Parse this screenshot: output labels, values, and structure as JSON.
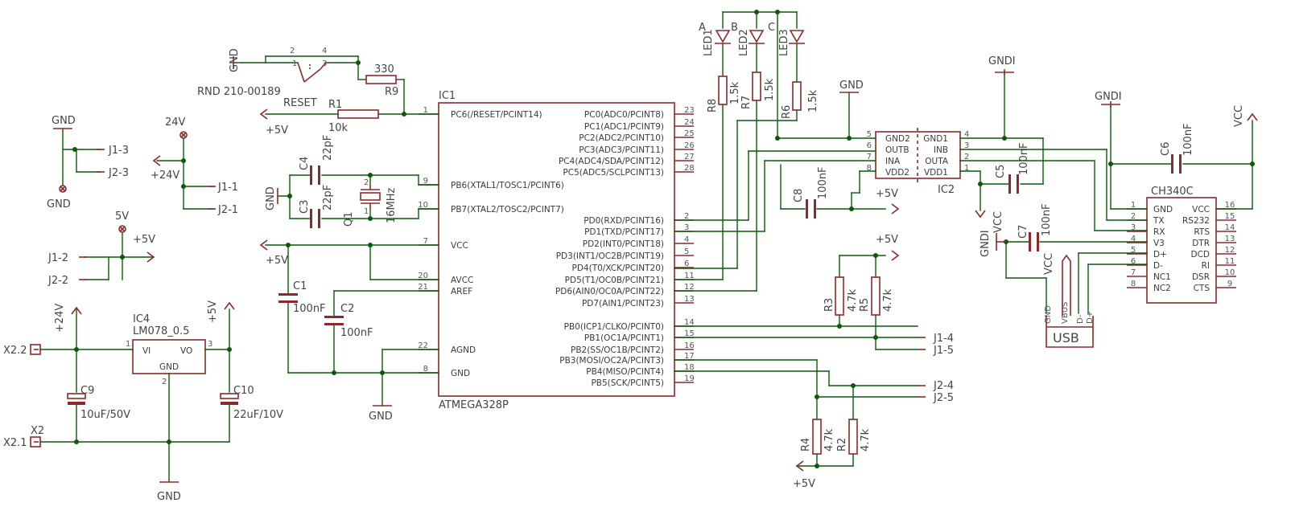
{
  "ic1": {
    "name": "IC1",
    "part": "ATMEGA328P",
    "left_pins": [
      {
        "num": "1",
        "label": "PC6(/RESET/PCINT14)"
      },
      {
        "num": "9",
        "label": "PB6(XTAL1/TOSC1/PCINT6)"
      },
      {
        "num": "10",
        "label": "PB7(XTAL2/TOSC2/PCINT7)"
      },
      {
        "num": "7",
        "label": "VCC"
      },
      {
        "num": "20",
        "label": "AVCC"
      },
      {
        "num": "21",
        "label": "AREF"
      },
      {
        "num": "22",
        "label": "AGND"
      },
      {
        "num": "8",
        "label": "GND"
      }
    ],
    "right_pins": [
      {
        "num": "23",
        "label": "PC0(ADC0/PCINT8)"
      },
      {
        "num": "24",
        "label": "PC1(ADC1/PCINT9)"
      },
      {
        "num": "25",
        "label": "PC2(ADC2/PCINT10)"
      },
      {
        "num": "26",
        "label": "PC3(ADC3/PCINT11)"
      },
      {
        "num": "27",
        "label": "PC4(ADC4/SDA/PCINT12)"
      },
      {
        "num": "28",
        "label": "PC5(ADC5/SCLPCINT13)"
      },
      {
        "num": "2",
        "label": "PD0(RXD/PCINT16)"
      },
      {
        "num": "3",
        "label": "PD1(TXD/PCINT17)"
      },
      {
        "num": "4",
        "label": "PD2(INT0/PCINT18)"
      },
      {
        "num": "5",
        "label": "PD3(INT1/OC2B/PCINT19)"
      },
      {
        "num": "6",
        "label": "PD4(T0/XCK/PCINT20)"
      },
      {
        "num": "11",
        "label": "PD5(T1/OC0B/PCINT21)"
      },
      {
        "num": "12",
        "label": "PD6(AIN0/OC0A/PCINT22)"
      },
      {
        "num": "13",
        "label": "PD7(AIN1/PCINT23)"
      },
      {
        "num": "14",
        "label": "PB0(ICP1/CLKO/PCINT0)"
      },
      {
        "num": "15",
        "label": "PB1(OC1A/PCINT1)"
      },
      {
        "num": "16",
        "label": "PB2(SS/OC1B/PCINT2)"
      },
      {
        "num": "17",
        "label": "PB3(MOSI/OC2A/PCINT3)"
      },
      {
        "num": "18",
        "label": "PB4(MISO/PCINT4)"
      },
      {
        "num": "19",
        "label": "PB5(SCK/PCINT5)"
      }
    ]
  },
  "ic2": {
    "name": "IC2",
    "left_pins": [
      {
        "num": "5",
        "label": "GND2"
      },
      {
        "num": "6",
        "label": "OUTB"
      },
      {
        "num": "7",
        "label": "INA"
      },
      {
        "num": "8",
        "label": "VDD2"
      }
    ],
    "right_pins": [
      {
        "num": "4",
        "label": "GND1"
      },
      {
        "num": "3",
        "label": "INB"
      },
      {
        "num": "2",
        "label": "OUTA"
      },
      {
        "num": "1",
        "label": "VDD1"
      }
    ]
  },
  "ch340": {
    "name": "CH340C",
    "left_pins": [
      {
        "num": "1",
        "label": "GND"
      },
      {
        "num": "2",
        "label": "TX"
      },
      {
        "num": "3",
        "label": "RX"
      },
      {
        "num": "4",
        "label": "V3"
      },
      {
        "num": "5",
        "label": "D+"
      },
      {
        "num": "6",
        "label": "D-"
      },
      {
        "num": "7",
        "label": "NC1"
      },
      {
        "num": "8",
        "label": "NC2"
      }
    ],
    "right_pins": [
      {
        "num": "16",
        "label": "VCC"
      },
      {
        "num": "15",
        "label": "RS232"
      },
      {
        "num": "14",
        "label": "RTS"
      },
      {
        "num": "13",
        "label": "DTR"
      },
      {
        "num": "12",
        "label": "DCD"
      },
      {
        "num": "11",
        "label": "RI"
      },
      {
        "num": "10",
        "label": "DSR"
      },
      {
        "num": "9",
        "label": "CTS"
      }
    ]
  },
  "ic4": {
    "name": "IC4",
    "part": "LM078_0.5",
    "pin_vi": "VI",
    "pin_vo": "VO",
    "pin_gnd": "GND",
    "num_vi": "1",
    "num_vo": "3",
    "num_gnd": "2"
  },
  "reset": {
    "part": "RND 210-00189",
    "label": "RESET",
    "pins": [
      "2",
      "4",
      "1",
      "3"
    ]
  },
  "r1": {
    "name": "R1",
    "value": "10k"
  },
  "r9": {
    "name": "R9",
    "value": "330"
  },
  "r8": {
    "name": "R8",
    "value": "1.5k"
  },
  "r7": {
    "name": "R7",
    "value": "1.5k"
  },
  "r6": {
    "name": "R6",
    "value": "1.5k"
  },
  "r3": {
    "name": "R3",
    "value": "4.7k"
  },
  "r5": {
    "name": "R5",
    "value": "4.7k"
  },
  "r4": {
    "name": "R4",
    "value": "4.7k"
  },
  "r2": {
    "name": "R2",
    "value": "4.7k"
  },
  "c1": {
    "name": "C1",
    "value": "100nF"
  },
  "c2": {
    "name": "C2",
    "value": "100nF"
  },
  "c3": {
    "name": "C3",
    "value": "22pF"
  },
  "c4": {
    "name": "C4",
    "value": "22pF"
  },
  "c5": {
    "name": "C5",
    "value": "100nF"
  },
  "c6": {
    "name": "C6",
    "value": "100nF"
  },
  "c7": {
    "name": "C7",
    "value": "100nF"
  },
  "c8": {
    "name": "C8",
    "value": "100nF"
  },
  "c9": {
    "name": "C9",
    "value": "10uF/50V"
  },
  "c10": {
    "name": "C10",
    "value": "22uF/10V"
  },
  "q1": {
    "name": "Q1",
    "value": "16MHz",
    "pin1": "1",
    "pin2": "2"
  },
  "leds": [
    {
      "name": "LED1",
      "letter": "A"
    },
    {
      "name": "LED2",
      "letter": "B"
    },
    {
      "name": "LED3",
      "letter": "C"
    }
  ],
  "usb": {
    "name": "USB",
    "pins": [
      "GND",
      "VBUS",
      "D-",
      "D+"
    ]
  },
  "x2": {
    "name": "X2",
    "pin1": "X2.1",
    "pin2": "X2.2"
  },
  "j_labels": {
    "j1_3": "J1-3",
    "j2_3": "J2-3",
    "j1_1": "J1-1",
    "j2_1": "J2-1",
    "j1_2": "J1-2",
    "j2_2": "J2-2",
    "j1_4": "J1-4",
    "j1_5": "J1-5",
    "j2_4": "J2-4",
    "j2_5": "J2-5"
  },
  "supply": {
    "gnd": "GND",
    "gndi": "GNDI",
    "p5v": "+5V",
    "p24v": "+24V",
    "v24": "24V",
    "v5": "5V",
    "vcc": "VCC"
  }
}
